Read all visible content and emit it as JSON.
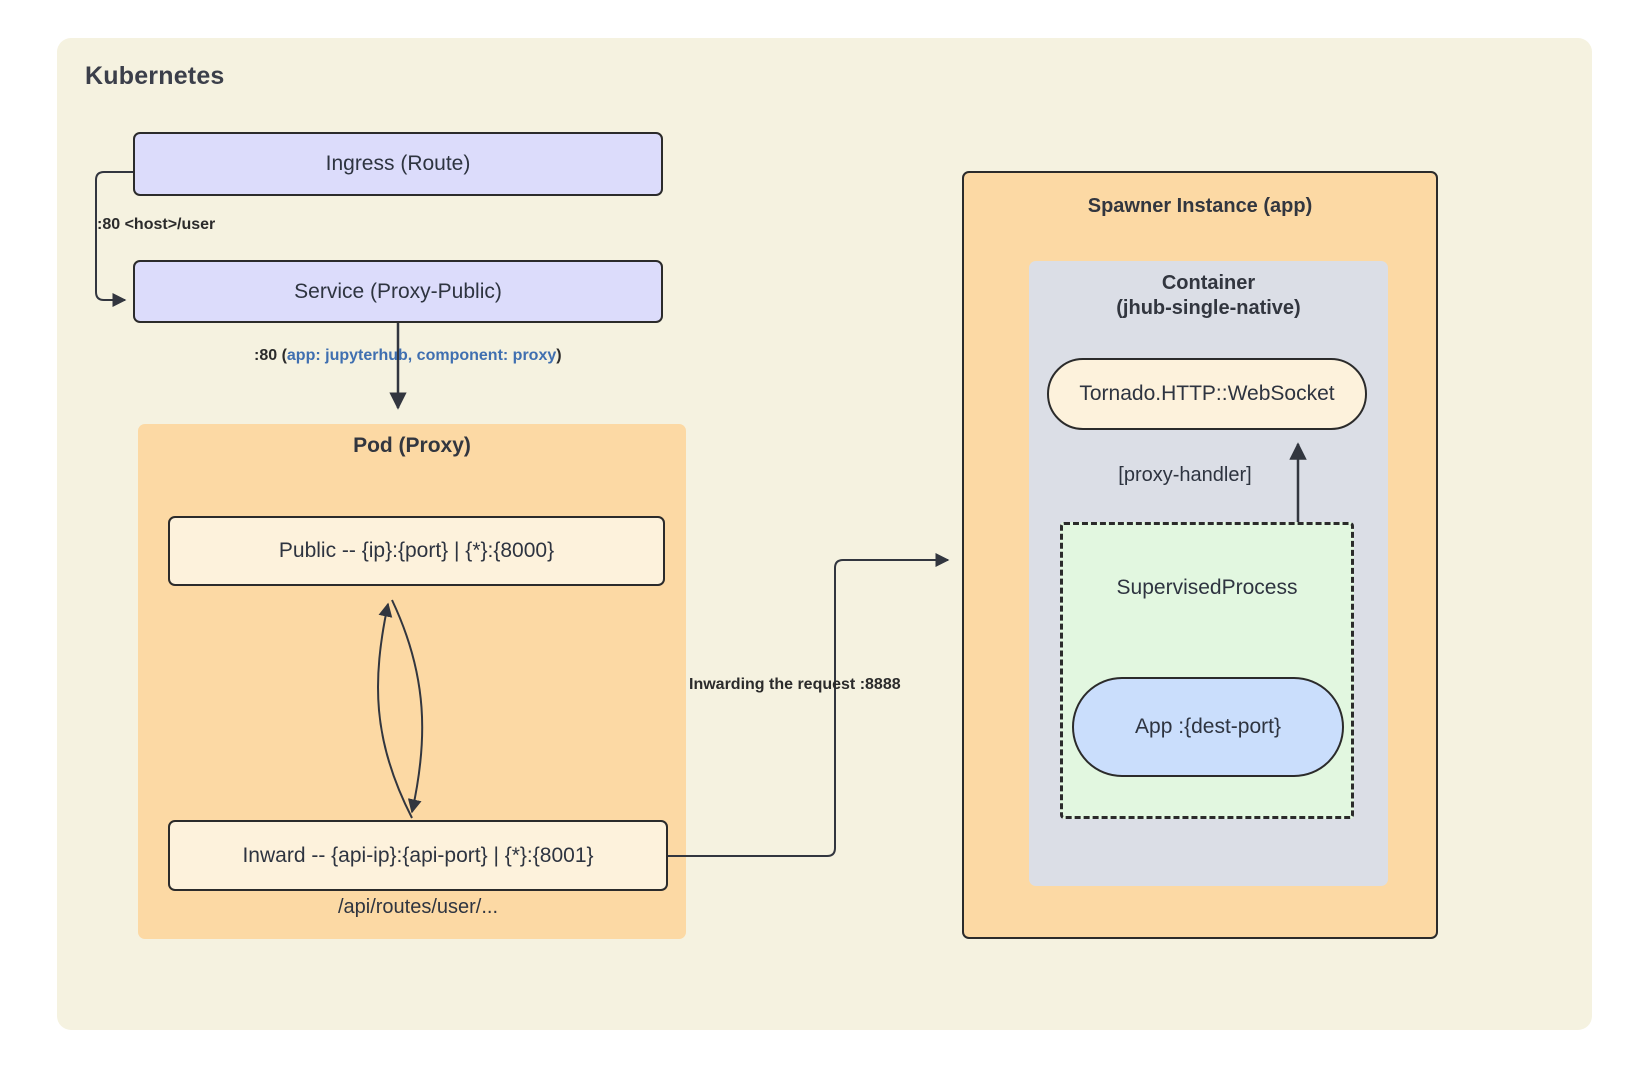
{
  "diagram": {
    "title": "Kubernetes",
    "cluster_bg": "#f5f2e0",
    "group_bg": "#fcd9a4",
    "container_bg": "#dbdee6",
    "process_bg": "#e2f7e0",
    "stroke": "#2b2b2b",
    "accent_blue": "#3f6fb0"
  },
  "nodes": {
    "ingress": {
      "label": "Ingress (Route)",
      "fill": "#dcdcfb"
    },
    "service": {
      "label": "Service (Proxy-Public)",
      "fill": "#dcdcfb"
    },
    "pod_proxy": {
      "label": "Pod (Proxy)",
      "fill": "#fcd9a4"
    },
    "public_listener": {
      "label": "Public -- {ip}:{port} | {*}:{8000}",
      "fill": "#fdf2dc"
    },
    "inward_listener": {
      "label": "Inward -- {api-ip}:{api-port} | {*}:{8001}",
      "fill": "#fdf2dc"
    },
    "api_routes": {
      "label": "/api/routes/user/..."
    },
    "spawner": {
      "label": "Spawner Instance (app)",
      "fill": "#fcd9a4"
    },
    "container": {
      "label_line1": "Container",
      "label_line2": "(jhub-single-native)",
      "fill": "#dbdee6"
    },
    "tornado": {
      "label": "Tornado.HTTP::WebSocket",
      "fill": "#fdf2dc"
    },
    "supervised_process": {
      "label": "SupervisedProcess",
      "fill": "#e2f7e0"
    },
    "app": {
      "label": "App :{dest-port}",
      "fill": "#cadefc"
    }
  },
  "edges": {
    "ingress_to_service": {
      "label": ":80 <host>/user"
    },
    "service_to_pod": {
      "label_prefix": ":80 (",
      "label_highlight": "app: jupyterhub, component: proxy",
      "label_suffix": ")"
    },
    "inward_to_spawner": {
      "label": "Inwarding the request :8888"
    },
    "supervised_to_tornado": {
      "label": "[proxy-handler]"
    }
  }
}
